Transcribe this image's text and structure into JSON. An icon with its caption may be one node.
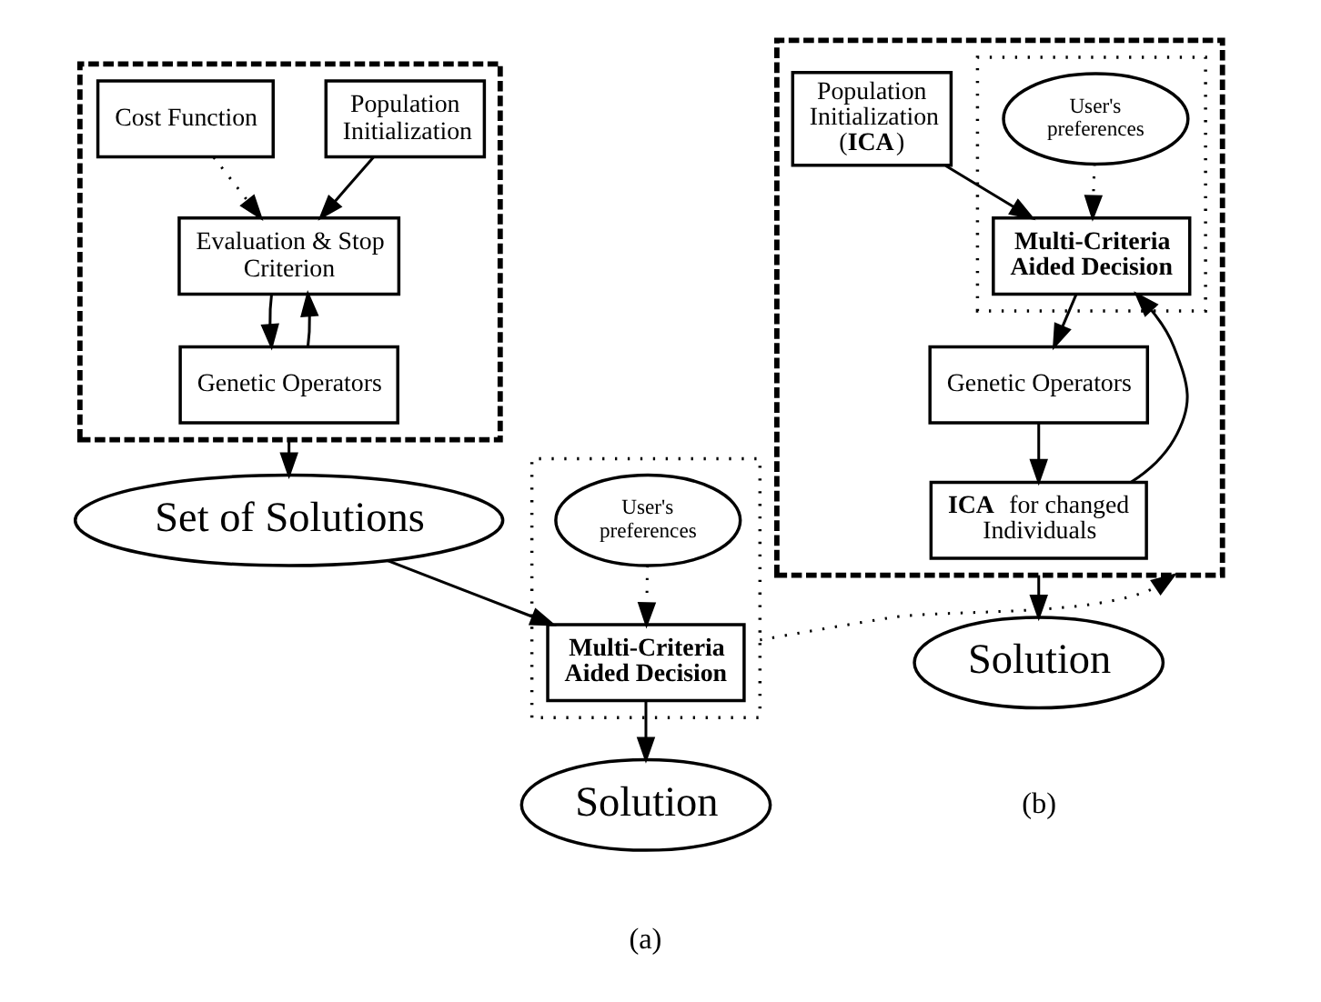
{
  "diagram": {
    "nodes": [
      {
        "text": [],
        "shape": "box"
      },
      {
        "text": [
          "Population Initialization"
        ],
        "in": 0
      },
      {
        "text": [
          "Cost Function"
        ],
        "in": 0
      },
      {
        "text": [
          "Evaluation & Stop Criterion"
        ],
        "in": 0
      },
      {
        "text": [
          "Genetic Operators"
        ],
        "in": 0
      },
      {
        "text": [
          "Set of Solutions"
        ]
      },
      {
        "text": [],
        "shape": "box"
      },
      {
        "text": [
          "User's preferences"
        ],
        "in": 6
      },
      {
        "text": [
          "Multi-Criteria Aided Decision"
        ],
        "in": 6
      },
      {
        "text": [
          "Solution"
        ]
      },
      {
        "text": [],
        "shape": "box"
      },
      {
        "text": [
          "Population Initialization (**ICA**)"
        ],
        "in": 10
      },
      {
        "text": [],
        "shape": "box",
        "in": 10
      },
      {
        "text": [
          "User's preferences"
        ],
        "in": 12
      },
      {
        "text": [
          "Multi-Criteria Aided Decision"
        ],
        "in": 12
      },
      {
        "text": [
          "Genetic Operators"
        ],
        "in": 10
      },
      {
        "text": [
          "**ICA** for changed Individuals"
        ],
        "in": 10
      },
      {
        "text": [
          "Solution"
        ]
      }
    ],
    "edges": [
      {
        "from": 1,
        "to": 3,
        "arrow": "to"
      },
      {
        "from": 2,
        "to": 3,
        "arrow": "to",
        "style": "dashed"
      },
      {
        "from": 3,
        "to": 4,
        "arrow": "to"
      },
      {
        "from": 4,
        "to": 3,
        "arrow": "to"
      },
      {
        "from": 0,
        "to": 5,
        "arrow": "to"
      },
      {
        "from": 5,
        "to": 8,
        "arrow": "to"
      },
      {
        "from": 7,
        "to": 8,
        "arrow": "to",
        "style": "dashed"
      },
      {
        "from": 8,
        "to": 9,
        "arrow": "to"
      },
      {
        "from": 6,
        "to": 10,
        "arrow": "to",
        "style": "dashed"
      },
      {
        "from": 11,
        "to": 14,
        "arrow": "to"
      },
      {
        "from": 13,
        "to": 14,
        "arrow": "to",
        "style": "dashed"
      },
      {
        "from": 14,
        "to": 15,
        "arrow": "to"
      },
      {
        "from": 15,
        "to": 16,
        "arrow": "to"
      },
      {
        "from": 16,
        "to": 14,
        "arrow": "to"
      },
      {
        "from": 10,
        "to": 17,
        "arrow": "to"
      }
    ],
    "labels": [
      "(a)",
      "(b)"
    ]
  }
}
